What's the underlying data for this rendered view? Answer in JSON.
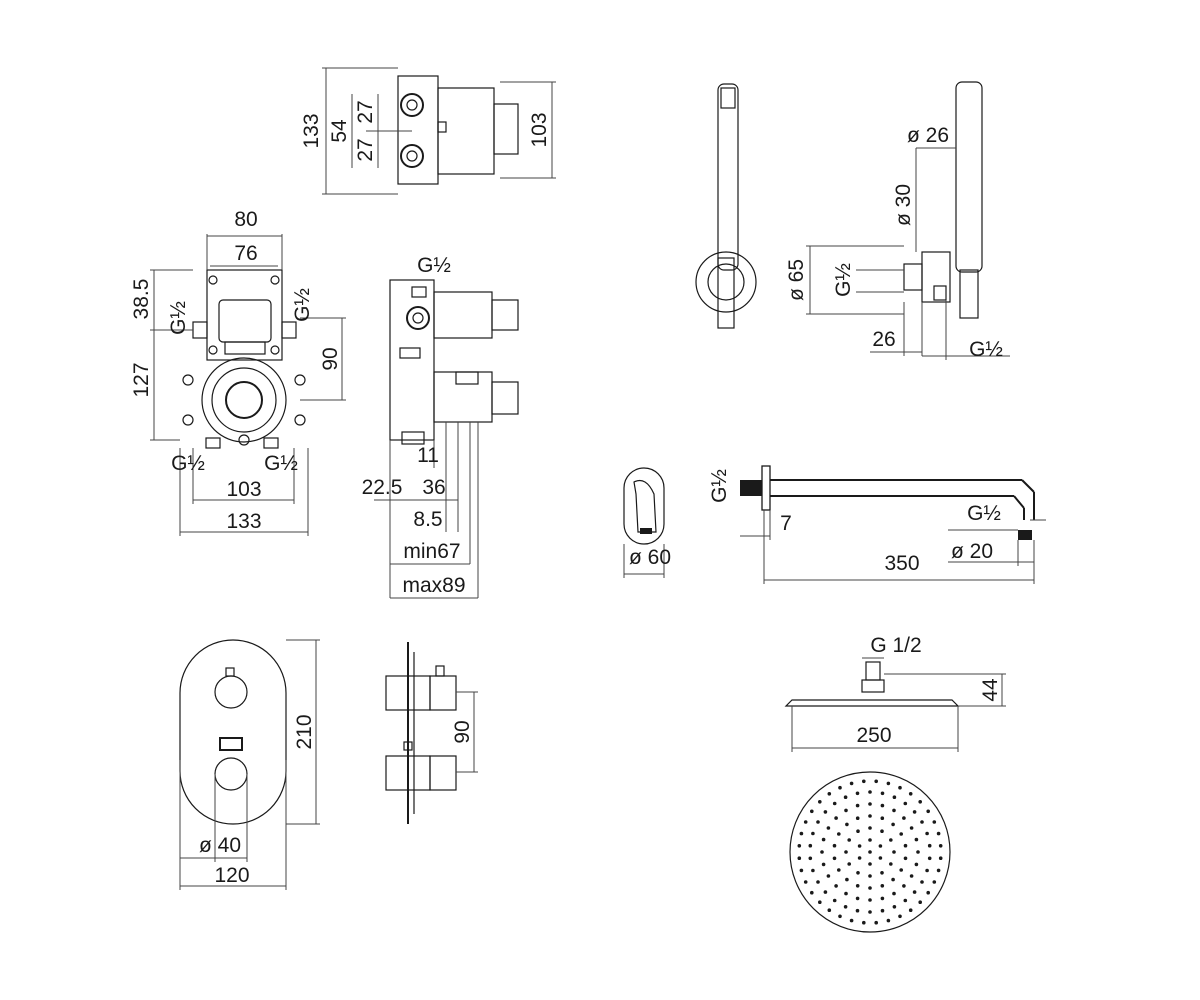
{
  "dims": {
    "top_valve": [
      "133",
      "54",
      "27",
      "27",
      "103"
    ],
    "box_front": [
      "80",
      "76",
      "38.5",
      "127",
      "90",
      "103",
      "133"
    ],
    "box_front_threads": [
      "G½",
      "G½",
      "G½",
      "G½"
    ],
    "box_side": [
      "G½",
      "11",
      "22.5",
      "36",
      "8.5",
      "min67",
      "max89"
    ],
    "plate_front": [
      "210",
      "ø 40",
      "120"
    ],
    "plate_side": [
      "90"
    ],
    "hand_shower": [
      "ø 26",
      "ø 30",
      "ø 65",
      "G½",
      "26",
      "G½"
    ],
    "wall_flange": [
      "ø 60"
    ],
    "shower_arm": [
      "G½",
      "7",
      "G½",
      "350",
      "ø 20"
    ],
    "shower_head": [
      "G 1/2",
      "44",
      "250"
    ]
  }
}
